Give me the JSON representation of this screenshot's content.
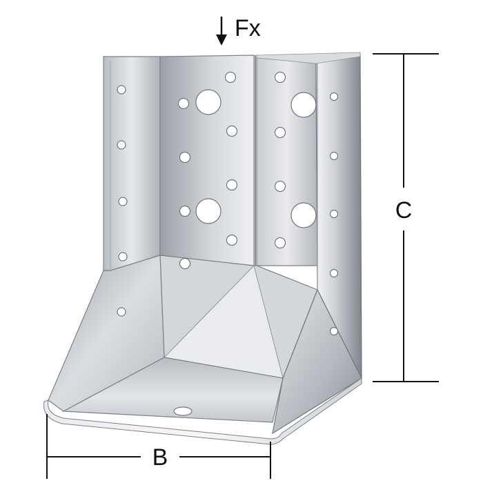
{
  "diagram": {
    "force_label": "Fx",
    "dimension_height_label": "C",
    "dimension_width_label": "B"
  },
  "colors": {
    "line": "#111111",
    "metal_light": "#eef0f2",
    "metal_mid": "#c9cdd2",
    "metal_dark": "#8e949b",
    "hole": "#ffffff"
  }
}
